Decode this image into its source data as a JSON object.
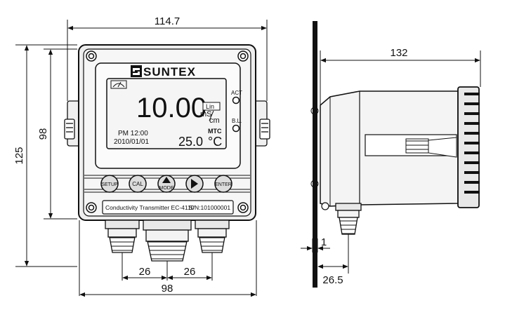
{
  "brand": "SUNTEX",
  "display": {
    "value": "10.00",
    "mode_badge": "Lin",
    "unit_top": "mS",
    "unit_bottom": "cm",
    "time": "PM 12:00",
    "date": "2010/01/01",
    "temp_mode": "MTC",
    "temperature": "25.0",
    "temp_unit": "°C"
  },
  "indicators": {
    "act": "ACT",
    "backlight": "B.L."
  },
  "buttons": {
    "setup": "SETUP",
    "cal": "CAL",
    "mode": "MODE",
    "enter": "ENTER"
  },
  "nameplate": {
    "model": "Conductivity Transmitter EC-4110",
    "serial": "S/N:101000001"
  },
  "dimensions": {
    "width_top": "114.7",
    "height_outer": "125",
    "height_inner": "98",
    "width_bottom": "98",
    "gland_spacing_left": "26",
    "gland_spacing_right": "26",
    "depth": "132",
    "panel_thickness": "1",
    "gland_offset": "26.5"
  },
  "colors": {
    "line": "#111111",
    "housing": "#ececec",
    "display_bg": "#f5f5f5"
  }
}
